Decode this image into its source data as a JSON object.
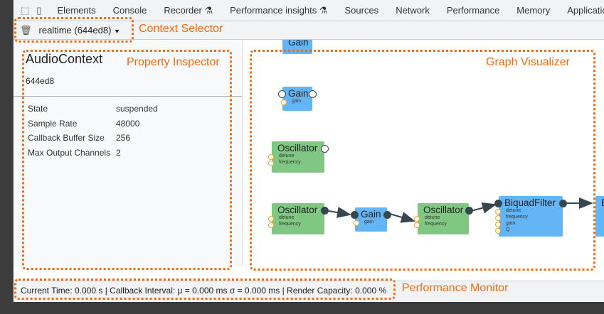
{
  "tabs": [
    "Elements",
    "Console",
    "Recorder ⚗",
    "Performance insights ⚗",
    "Sources",
    "Network",
    "Performance",
    "Memory",
    "Application"
  ],
  "context": {
    "selected": "realtime (644ed8)"
  },
  "inspector": {
    "title": "AudioContext",
    "id": "644ed8",
    "props": [
      {
        "k": "State",
        "v": "suspended"
      },
      {
        "k": "Sample Rate",
        "v": "48000"
      },
      {
        "k": "Callback Buffer Size",
        "v": "256"
      },
      {
        "k": "Max Output Channels",
        "v": "2"
      }
    ]
  },
  "nodes": {
    "gain": "Gain",
    "osc": "Oscillator",
    "bq": "BiquadFilter",
    "b": "B",
    "p_gain": "gain",
    "p_detune": "detune",
    "p_freq": "frequency",
    "p_q": "Q"
  },
  "status": "Current Time: 0.000 s | Callback Interval: μ = 0.000 ms σ = 0.000 ms | Render Capacity: 0.000 %",
  "annotations": {
    "context": "Context Selector",
    "inspector": "Property Inspector",
    "graph": "Graph Visualizer",
    "perf": "Performance Monitor"
  },
  "colors": {
    "annotation": "#f26b10",
    "oscillator": "#81c784",
    "gain": "#64b5f6"
  }
}
